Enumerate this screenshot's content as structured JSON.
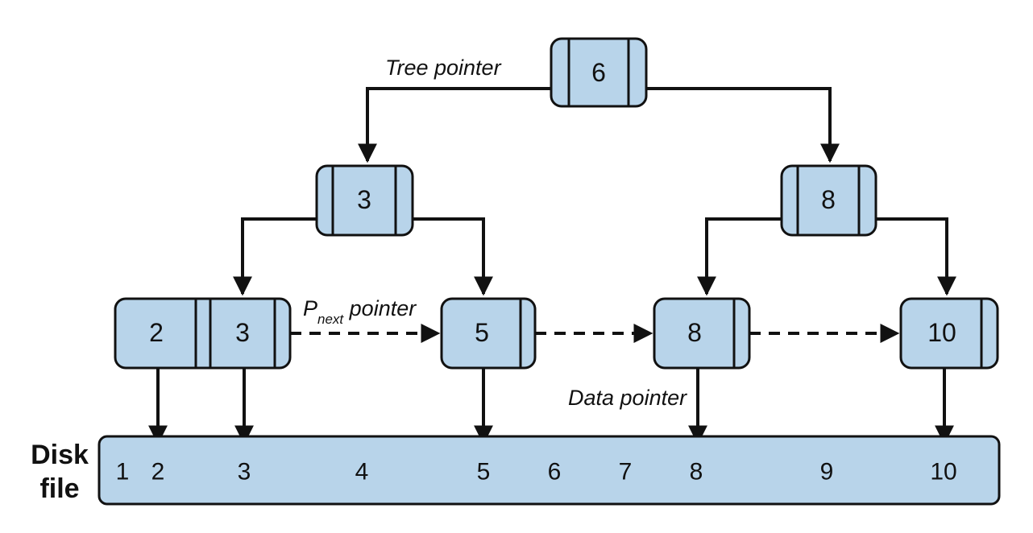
{
  "colors": {
    "node_fill": "#b8d4ea",
    "stroke": "#111111"
  },
  "labels": {
    "tree_pointer": "Tree pointer",
    "pnext_main": "P",
    "pnext_sub": "next",
    "pnext_rest": " pointer",
    "data_pointer": "Data pointer",
    "disk_line1": "Disk",
    "disk_line2": "file"
  },
  "nodes": {
    "root": {
      "keys": [
        "6"
      ]
    },
    "internal_left": {
      "keys": [
        "3"
      ]
    },
    "internal_right": {
      "keys": [
        "8"
      ]
    },
    "leaf_1": {
      "keys": [
        "2",
        "3"
      ]
    },
    "leaf_2": {
      "keys": [
        "5"
      ]
    },
    "leaf_3": {
      "keys": [
        "8"
      ]
    },
    "leaf_4": {
      "keys": [
        "10"
      ]
    }
  },
  "disk_file": {
    "records": [
      "1",
      "2",
      "3",
      "4",
      "5",
      "6",
      "7",
      "8",
      "9",
      "10"
    ]
  }
}
